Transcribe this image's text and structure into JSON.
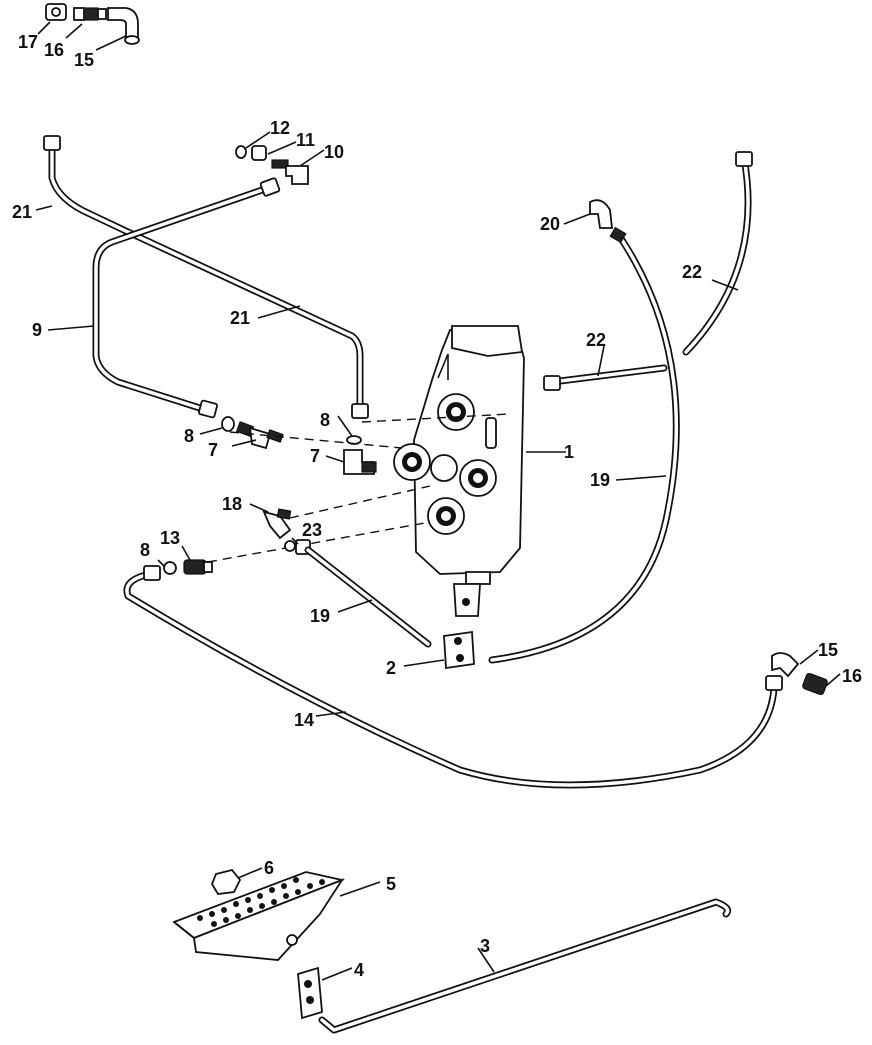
{
  "callouts": {
    "c1": "1",
    "c2": "2",
    "c3": "3",
    "c4": "4",
    "c5": "5",
    "c6": "6",
    "c7a": "7",
    "c7b": "7",
    "c8a": "8",
    "c8b": "8",
    "c8c": "8",
    "c9": "9",
    "c10": "10",
    "c11": "11",
    "c12": "12",
    "c13": "13",
    "c14": "14",
    "c15a": "15",
    "c15b": "15",
    "c16a": "16",
    "c16b": "16",
    "c17": "17",
    "c18": "18",
    "c19a": "19",
    "c19b": "19",
    "c20": "20",
    "c21a": "21",
    "c21b": "21",
    "c22a": "22",
    "c22b": "22",
    "c23": "23"
  }
}
